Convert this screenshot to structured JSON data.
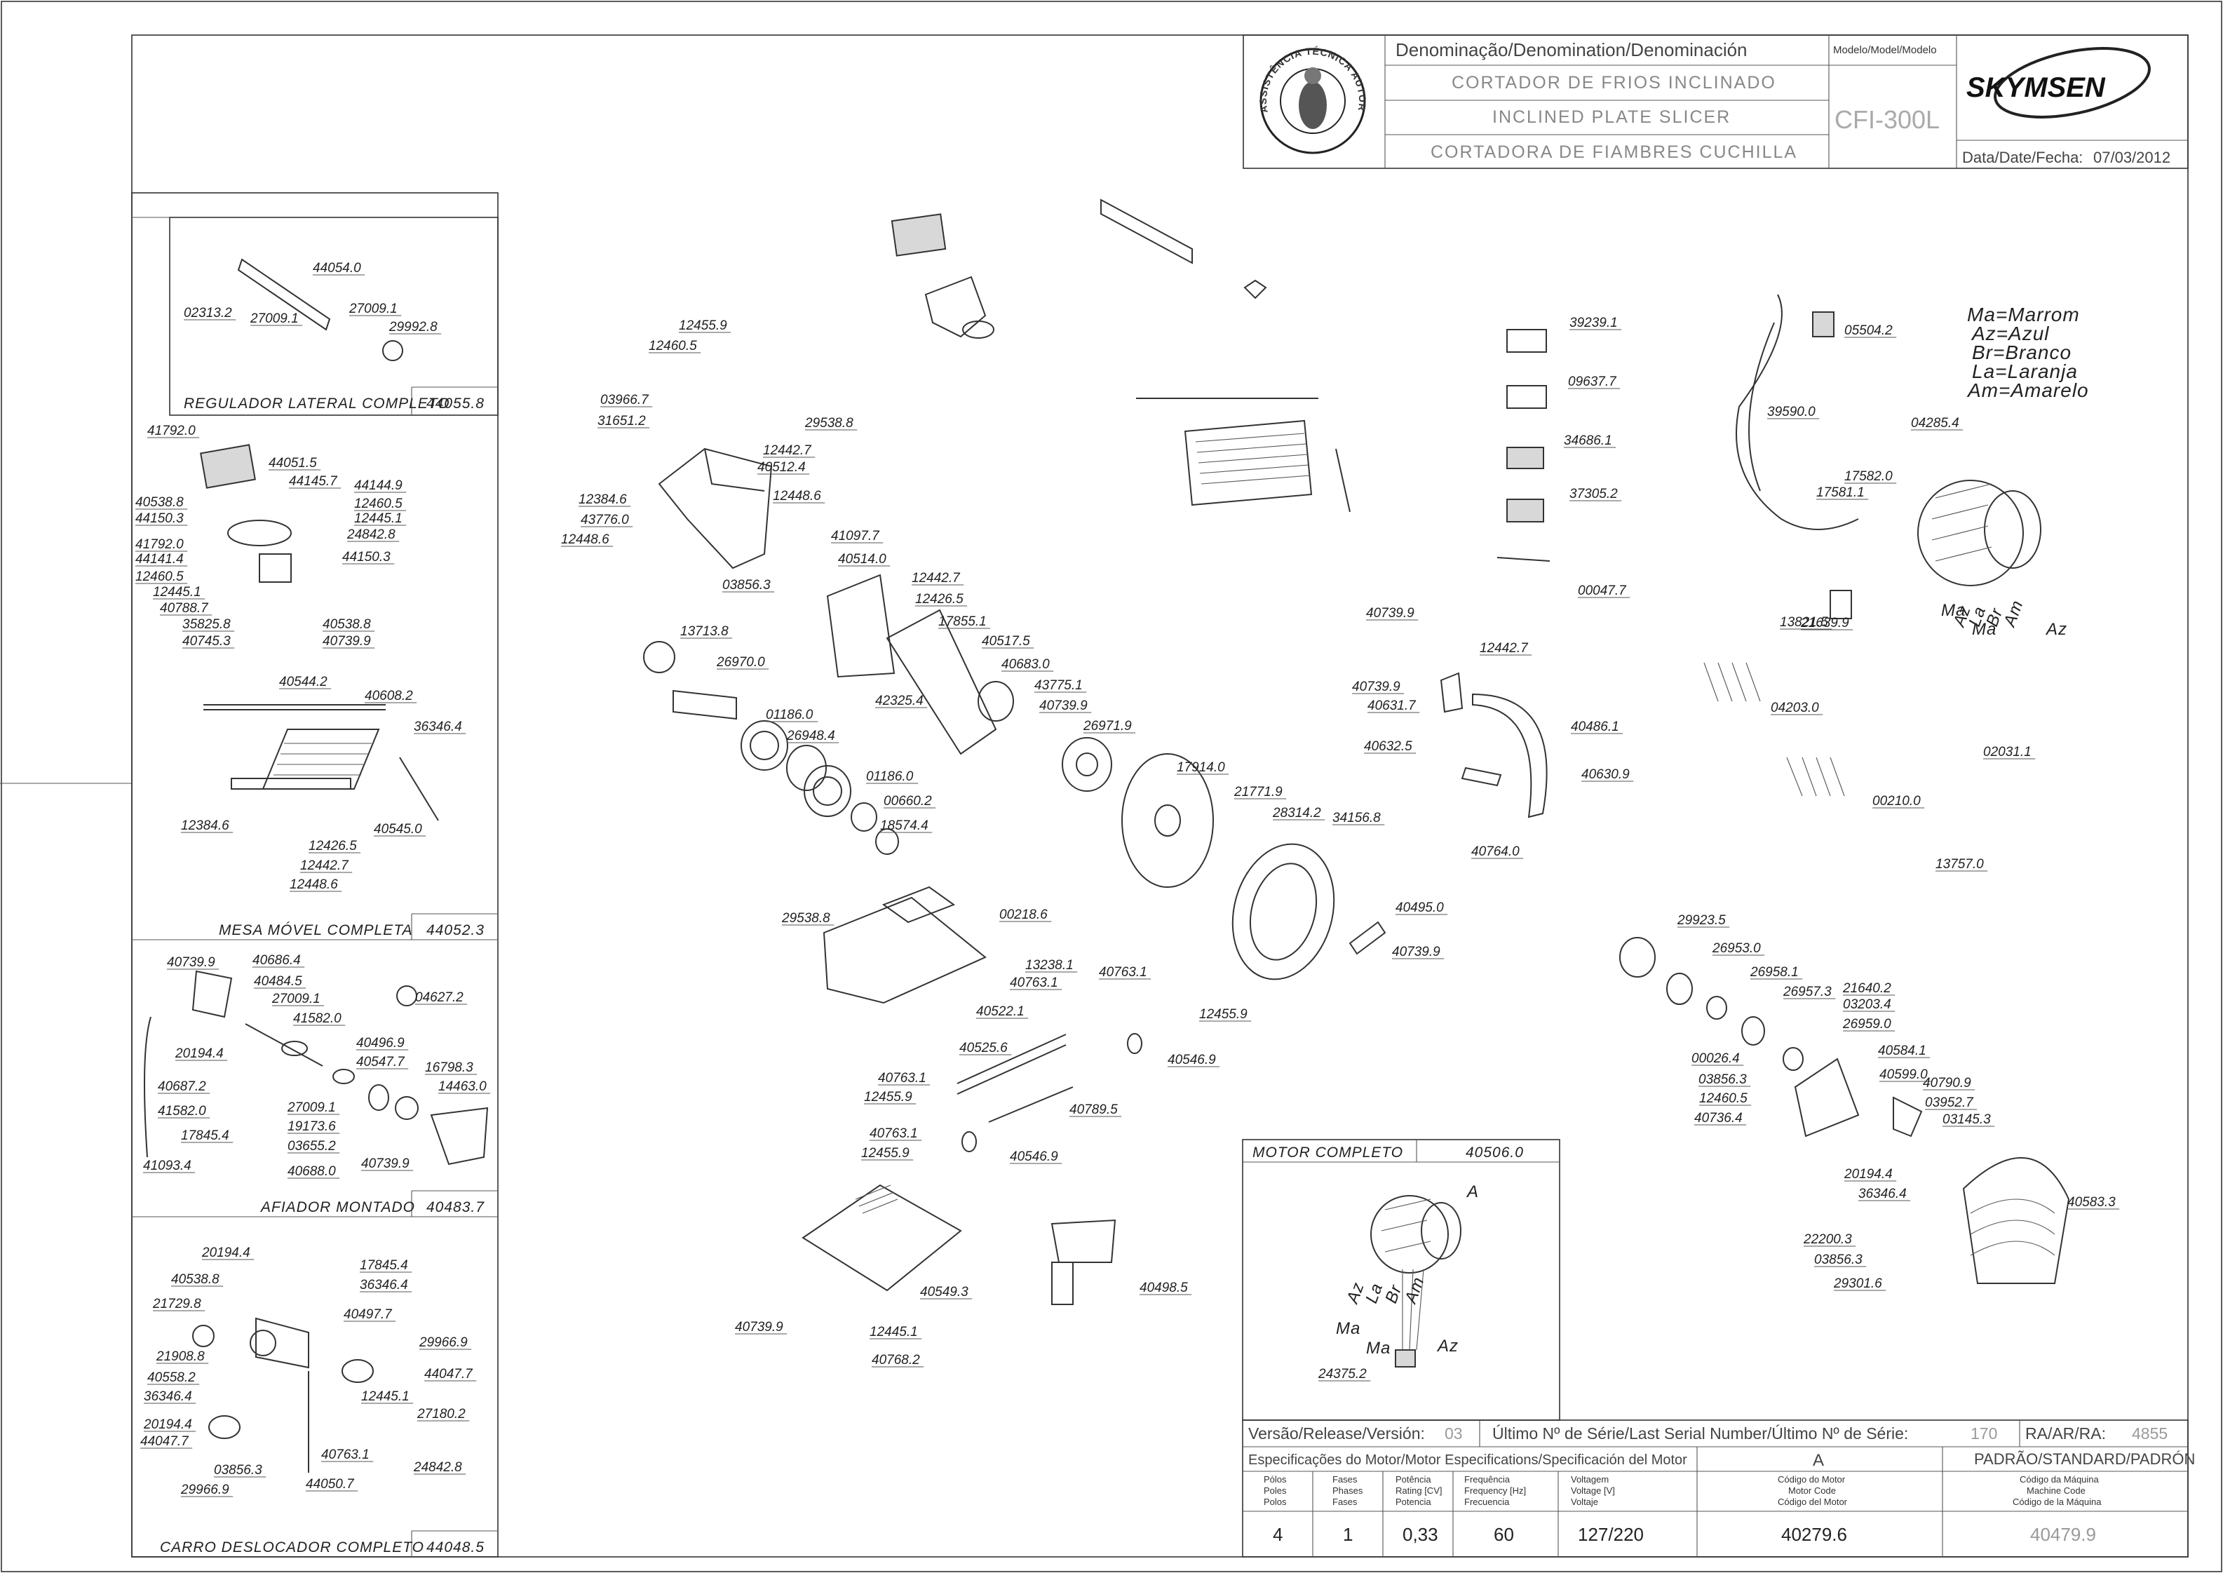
{
  "title_block": {
    "denomination_label": "Denominação/Denomination/Denominación",
    "model_label": "Modelo/Model/Modelo",
    "name_pt": "CORTADOR DE FRIOS INCLINADO",
    "name_en": "INCLINED PLATE SLICER",
    "name_es": "CORTADORA DE FIAMBRES CUCHILLA",
    "model": "CFI-300L",
    "brand": "SKYMSEN",
    "seal_text": "ASSISTÊNCIA TÉCNICA AUTORIZADA",
    "date_label": "Data/Date/Fecha:",
    "date": "07/03/2012"
  },
  "legend": [
    "Ma=Marrom",
    "Az=Azul",
    "Br=Branco",
    "La=Laranja",
    "Am=Amarelo"
  ],
  "footer": {
    "version_label": "Versão/Release/Versión:",
    "version": "03",
    "serial_label": "Último Nº de Série/Last Serial Number/Último Nº de Série:",
    "serial": "170",
    "ra_label": "RA/AR/RA:",
    "ra": "4855",
    "motor_spec_label": "Especificações do Motor/Motor Especifications/Specificación del Motor",
    "motor_letter": "A",
    "standard_label": "PADRÃO/STANDARD/PADRÓN",
    "cols": [
      {
        "l1": "Pólos",
        "l2": "Poles",
        "l3": "Polos",
        "value": "4"
      },
      {
        "l1": "Fases",
        "l2": "Phases",
        "l3": "Fases",
        "value": "1"
      },
      {
        "l1": "Potência",
        "l2": "Rating [CV]",
        "l3": "Potencia",
        "value": "0,33"
      },
      {
        "l1": "Frequência",
        "l2": "Frequency [Hz]",
        "l3": "Frecuencia",
        "value": "60"
      },
      {
        "l1": "Voltagem",
        "l2": "Voltage [V]",
        "l3": "Voltaje",
        "value": "127/220"
      },
      {
        "l1": "Código do Motor",
        "l2": "Motor Code",
        "l3": "Código del Motor",
        "value": "40279.6"
      },
      {
        "l1": "Código da Máquina",
        "l2": "Machine Code",
        "l3": "Código de la Máquina",
        "value": "40479.9"
      }
    ]
  },
  "panels": [
    {
      "id": "regulador",
      "name": "REGULADOR LATERAL COMPLETO",
      "code": "44055.8"
    },
    {
      "id": "mesa",
      "name": "MESA MÓVEL COMPLETA",
      "code": "44052.3"
    },
    {
      "id": "afiador",
      "name": "AFIADOR MONTADO",
      "code": "40483.7"
    },
    {
      "id": "carro",
      "name": "CARRO DESLOCADOR COMPLETO",
      "code": "44048.5"
    },
    {
      "id": "motor",
      "name": "MOTOR COMPLETO",
      "code": "40506.0"
    }
  ],
  "motor_wire_labels": [
    "A",
    "Az",
    "La",
    "Br",
    "Am",
    "Ma",
    "Ma",
    "Az"
  ],
  "part_labels": [
    "44054.0",
    "27009.1",
    "02313.2",
    "27009.1",
    "29992.8",
    "41792.0",
    "44051.5",
    "44145.7",
    "44144.9",
    "40538.8",
    "12460.5",
    "44150.3",
    "12445.1",
    "24842.8",
    "41792.0",
    "44141.4",
    "44150.3",
    "12460.5",
    "12445.1",
    "40788.7",
    "35825.8",
    "40538.8",
    "40745.3",
    "40739.9",
    "40544.2",
    "40608.2",
    "36346.4",
    "12384.6",
    "40545.0",
    "12426.5",
    "12442.7",
    "12448.6",
    "40739.9",
    "40686.4",
    "40484.5",
    "27009.1",
    "04627.2",
    "41582.0",
    "20194.4",
    "40496.9",
    "40547.7",
    "16798.3",
    "40687.2",
    "14463.0",
    "41582.0",
    "27009.1",
    "19173.6",
    "17845.4",
    "03655.2",
    "41093.4",
    "40739.9",
    "40688.0",
    "20194.4",
    "17845.4",
    "40538.8",
    "36346.4",
    "21729.8",
    "40497.7",
    "29966.9",
    "21908.8",
    "44047.7",
    "40558.2",
    "36346.4",
    "12445.1",
    "20194.4",
    "27180.2",
    "44047.7",
    "40763.1",
    "03856.3",
    "24842.8",
    "29966.9",
    "44050.7",
    "12455.9",
    "12460.5",
    "03966.7",
    "29538.8",
    "31651.2",
    "12442.7",
    "40512.4",
    "12384.6",
    "12448.6",
    "43776.0",
    "12448.6",
    "41097.7",
    "40514.0",
    "03856.3",
    "12442.7",
    "12426.5",
    "17855.1",
    "40517.5",
    "13713.8",
    "26970.0",
    "40683.0",
    "43775.1",
    "42325.4",
    "40739.9",
    "01186.0",
    "26971.9",
    "26948.4",
    "01186.0",
    "00660.2",
    "18574.4",
    "29538.8",
    "00218.6",
    "13238.1",
    "40763.1",
    "40763.1",
    "40522.1",
    "12455.9",
    "40525.6",
    "40546.9",
    "40763.1",
    "12455.9",
    "40789.5",
    "40763.1",
    "12455.9",
    "40546.9",
    "40549.3",
    "40498.5",
    "40739.9",
    "12445.1",
    "40768.2",
    "39239.1",
    "09637.7",
    "34686.1",
    "37305.2",
    "00047.7",
    "40739.9",
    "12442.7",
    "40739.9",
    "40631.7",
    "40486.1",
    "40632.5",
    "40630.9",
    "40764.0",
    "17914.0",
    "21771.9",
    "28314.2",
    "34156.8",
    "40495.0",
    "40739.9",
    "05504.2",
    "39590.0",
    "04285.4",
    "17582.0",
    "17581.1",
    "13821.5",
    "21639.9",
    "04203.0",
    "02031.1",
    "00210.0",
    "13757.0",
    "29923.5",
    "26953.0",
    "26958.1",
    "26957.3",
    "21640.2",
    "03203.4",
    "00026.4",
    "26959.0",
    "40584.1",
    "03856.3",
    "12460.5",
    "40599.0",
    "40790.9",
    "40736.4",
    "03952.7",
    "03145.3",
    "20194.4",
    "36346.4",
    "40583.3",
    "22200.3",
    "03856.3",
    "29301.6",
    "24375.2"
  ]
}
